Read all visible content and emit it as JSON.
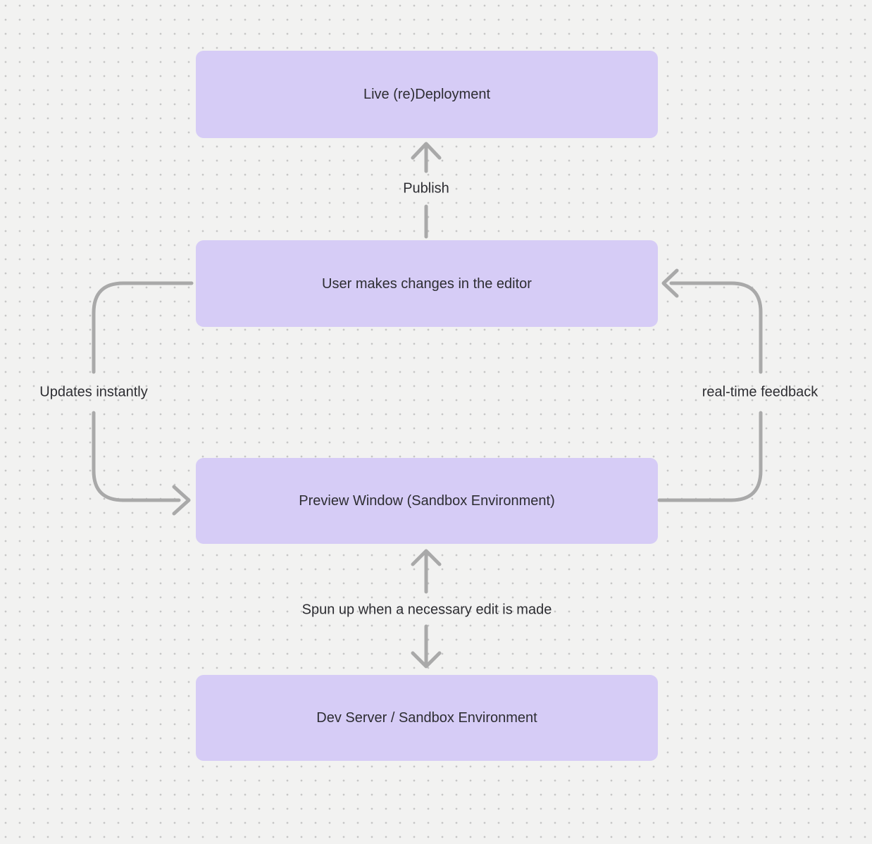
{
  "diagram": {
    "nodes": [
      {
        "id": "live-deployment",
        "label": "Live (re)Deployment"
      },
      {
        "id": "user-editor",
        "label": "User makes changes in the editor"
      },
      {
        "id": "preview-window",
        "label": "Preview Window (Sandbox Environment)"
      },
      {
        "id": "dev-server",
        "label": "Dev Server / Sandbox Environment"
      }
    ],
    "edges": [
      {
        "id": "publish",
        "from": "user-editor",
        "to": "live-deployment",
        "label": "Publish",
        "bidirectional": false
      },
      {
        "id": "updates-instantly",
        "from": "user-editor",
        "to": "preview-window",
        "label": "Updates instantly",
        "bidirectional": false
      },
      {
        "id": "real-time-feedback",
        "from": "preview-window",
        "to": "user-editor",
        "label": "real-time feedback",
        "bidirectional": false
      },
      {
        "id": "spun-up",
        "from": "dev-server",
        "to": "preview-window",
        "label": "Spun up when a necessary edit is made",
        "bidirectional": true
      }
    ],
    "colors": {
      "background": "#f2f2f1",
      "dot": "#c6c6c6",
      "node_fill": "#d6ccf6",
      "arrow": "#a9a9a9",
      "text": "#2d2d32"
    }
  }
}
